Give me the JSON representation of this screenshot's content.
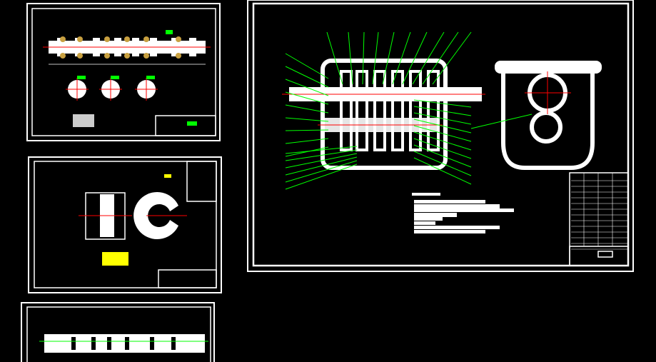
{
  "canvas": {
    "background": "#000000"
  },
  "colors": {
    "line": "#ffffff",
    "leader": "#00ff00",
    "centerline": "#ff0000",
    "highlight": "#ffff00",
    "accent": "#c8a040"
  },
  "sheets": [
    {
      "id": "shaft-detail"
    },
    {
      "id": "gear-detail"
    },
    {
      "id": "shaft-partial"
    },
    {
      "id": "gearbox-assembly"
    }
  ]
}
